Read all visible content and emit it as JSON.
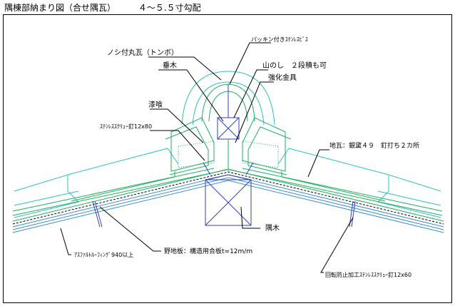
{
  "drawing": {
    "title": "隅棟部納まり図（合せ隅瓦）",
    "ratio": "４～５.５寸勾配"
  },
  "labels": {
    "noshi": "ノシ付丸瓦（トンボ）",
    "packing_screw": "パッキン付きｽﾃﾝﾚｽﾋﾞｽ",
    "taruki": "垂木",
    "yamanoshi": "山のし　２段積も可",
    "kyouka": "強化金具",
    "shikkui": "漆喰",
    "stainless_screw": "ｽﾃﾝﾚｽｽｸﾘｭｰ釘12x80",
    "jigawara": "地瓦：銀黛４９　釘打ち２カ所",
    "sumigi": "隅木",
    "nojiita": "野地板：構造用合板t=12m/m",
    "asphalt": "ｱｽﾌｧﾙﾄﾙｰﾌｨﾝｸﾞ940以上",
    "anti_rotation": "回転防止加工ｽﾃﾝﾚｽｽｸﾘｭｰ釘12x60"
  },
  "colors": {
    "tile": "#20b060",
    "sheathing": "#3a8fd0",
    "wood": "#3040c0",
    "cyan": "#30c0c0",
    "leader": "#000000"
  }
}
